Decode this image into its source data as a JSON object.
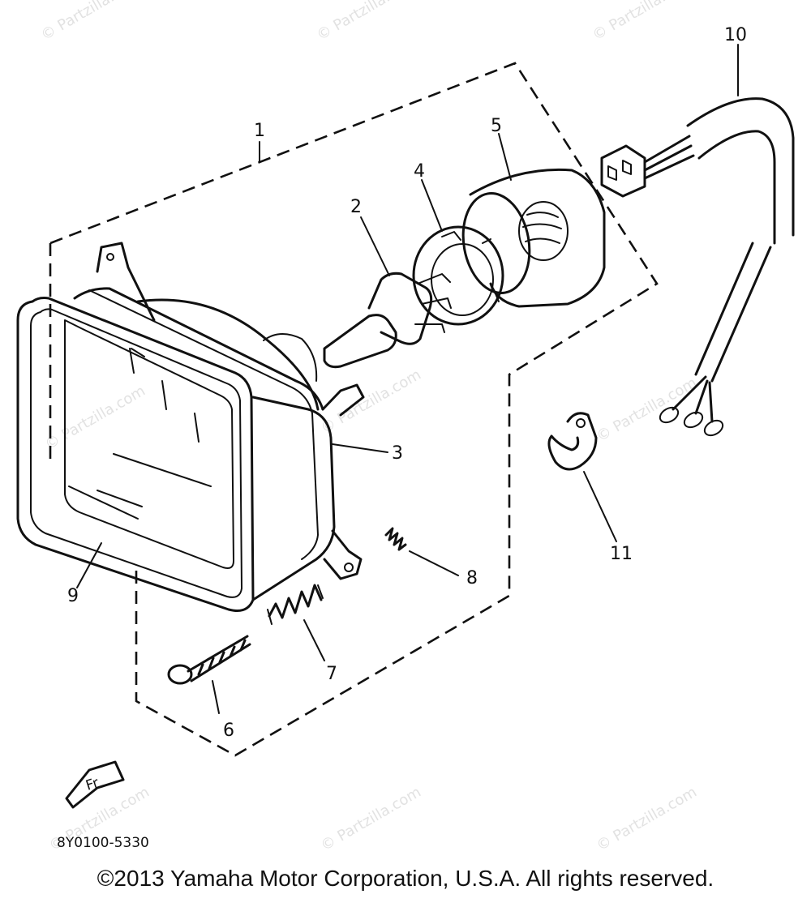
{
  "diagram": {
    "drawing_number": "8Y0100-5330",
    "copyright": "©2013 Yamaha Motor Corporation, U.S.A. All rights reserved.",
    "watermark_text": "© Partzilla.com",
    "front_arrow_label": "Fr",
    "callouts": [
      "1",
      "2",
      "3",
      "4",
      "5",
      "6",
      "7",
      "8",
      "9",
      "10",
      "11"
    ],
    "colors": {
      "ink": "#111111",
      "watermark": "#e2e2e2",
      "background": "#ffffff"
    }
  }
}
